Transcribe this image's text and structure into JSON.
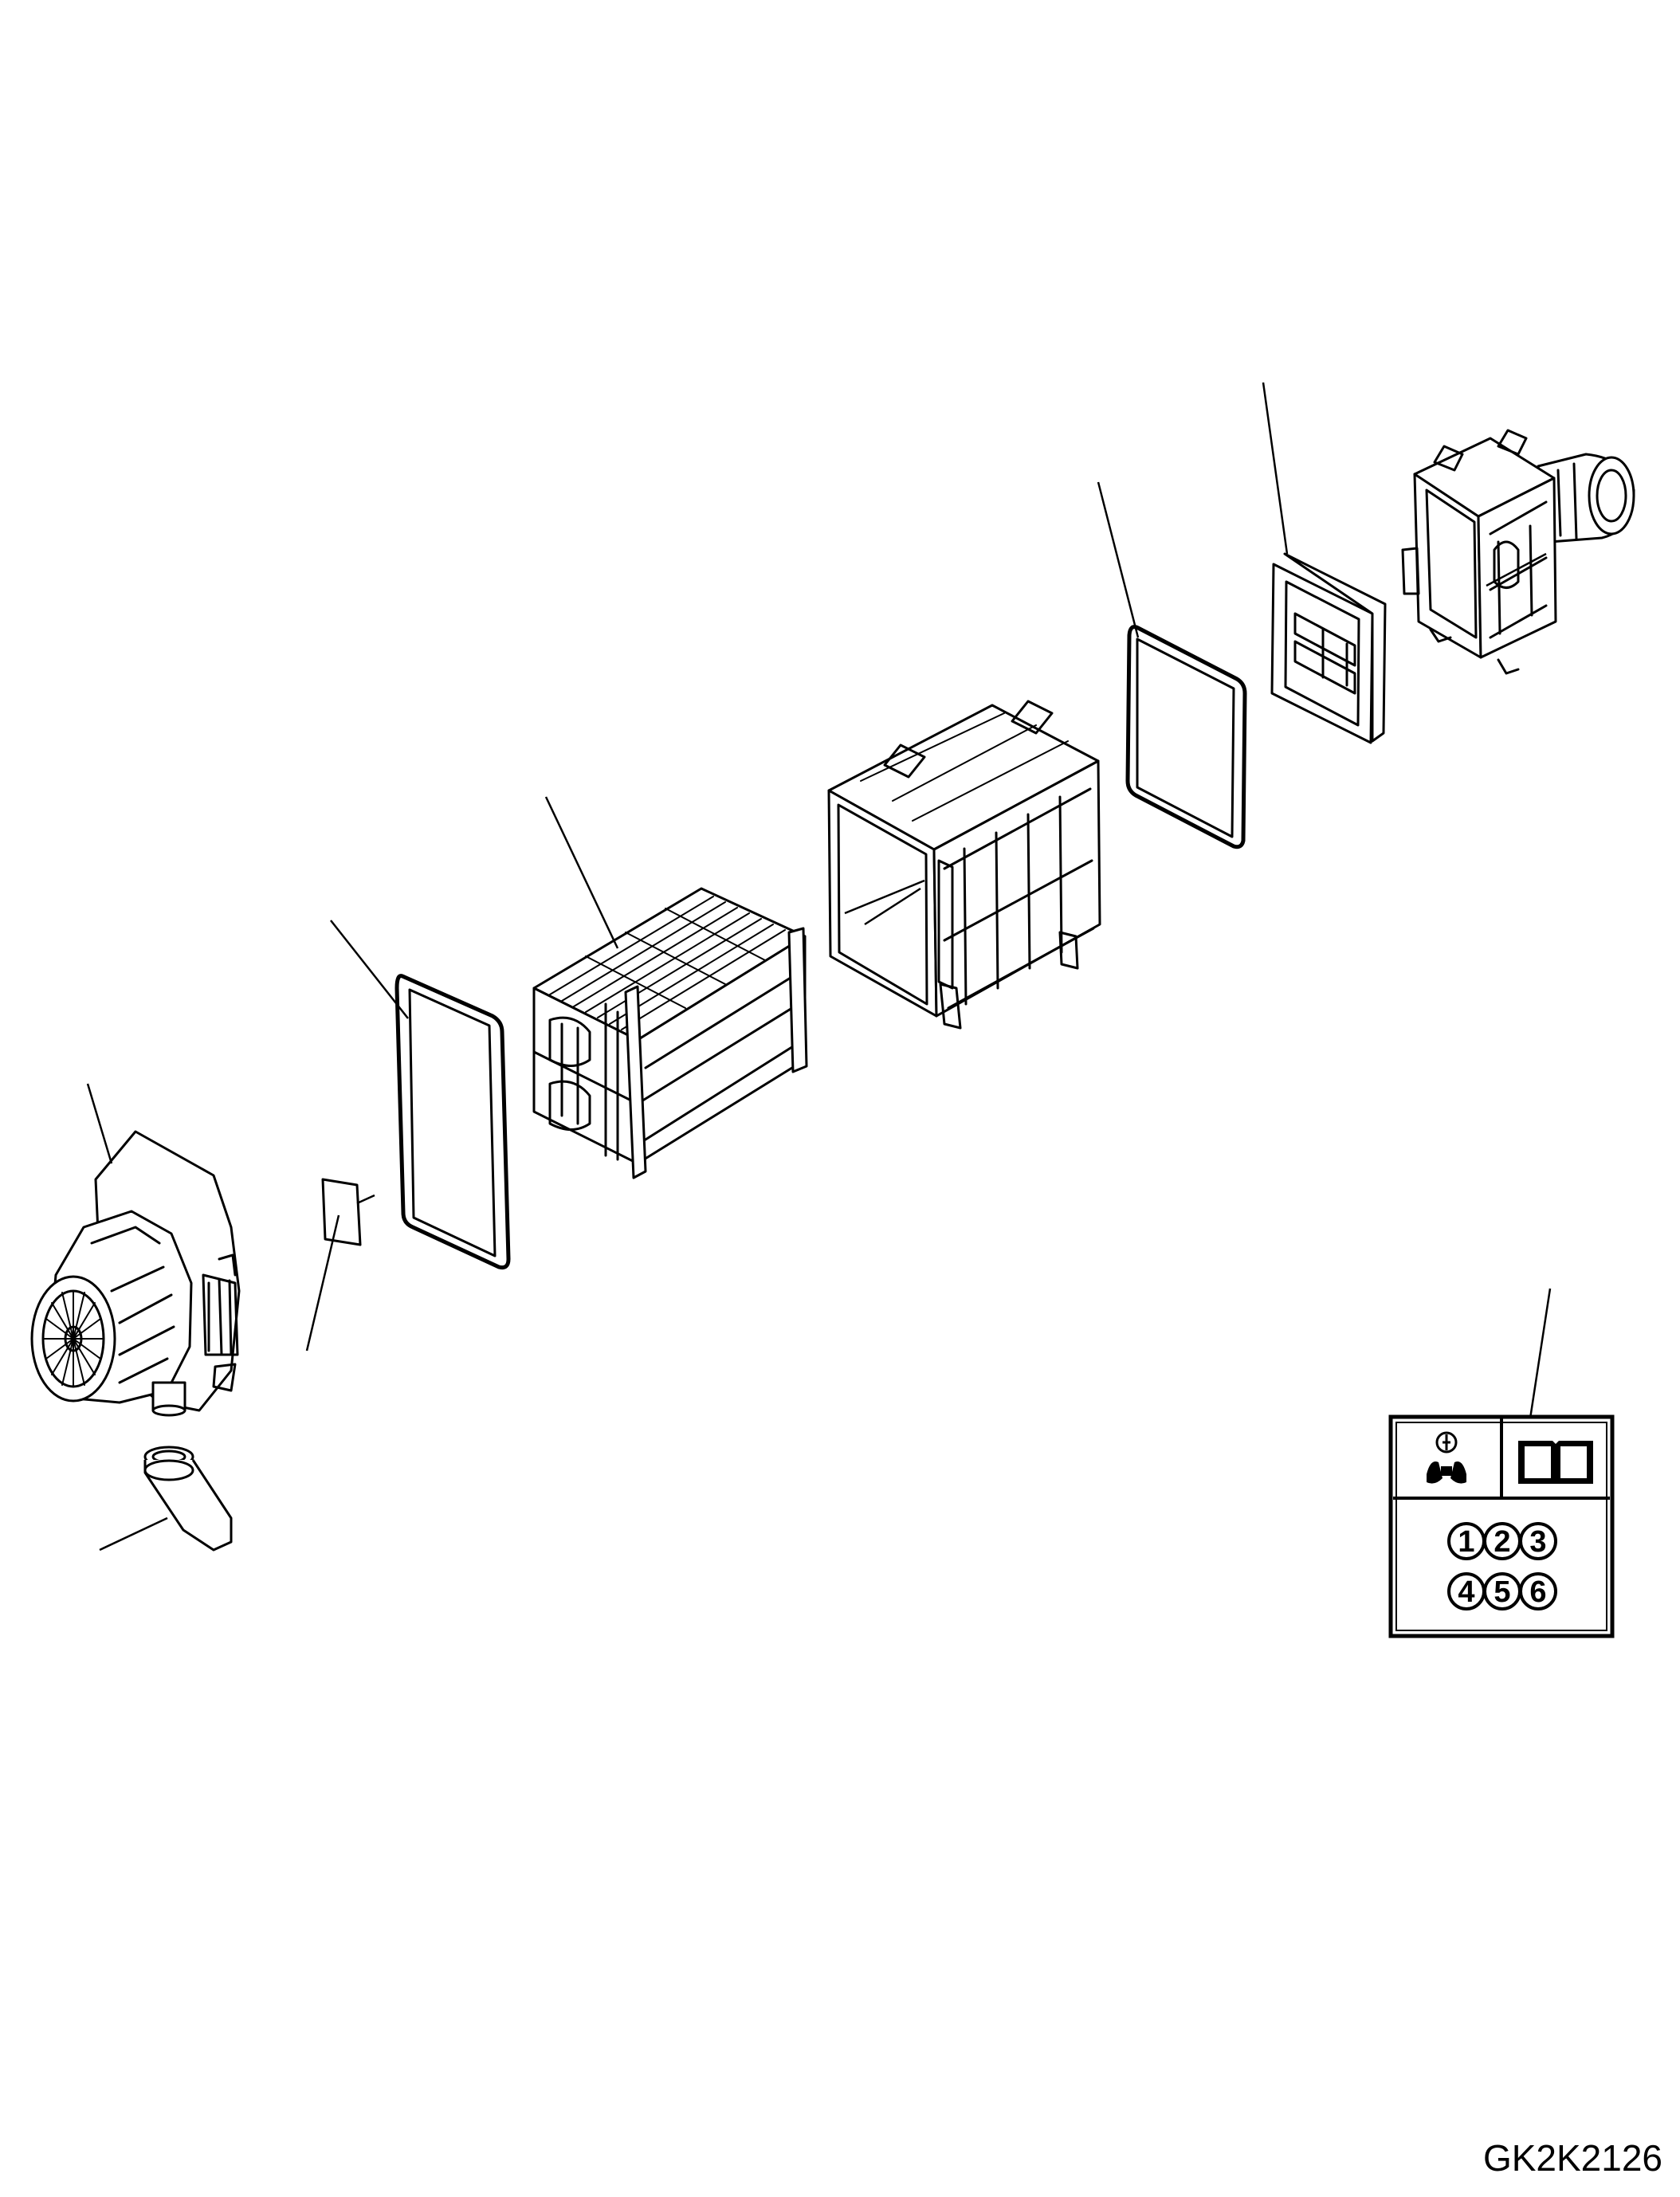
{
  "drawing_code": "GK2K2126",
  "parts": [
    {
      "id": "intake-elbow-duct"
    },
    {
      "id": "inlet-hose"
    },
    {
      "id": "precleaner-housing"
    },
    {
      "id": "small-gasket"
    },
    {
      "id": "gasket-front"
    },
    {
      "id": "filter-element-module"
    },
    {
      "id": "filter-housing-body"
    },
    {
      "id": "gasket-rear"
    },
    {
      "id": "safety-element"
    },
    {
      "id": "outlet-cover"
    }
  ],
  "pictogram_panel": {
    "icons": [
      "maintenance-hands-icon",
      "manual-book-icon"
    ],
    "step_numbers": [
      "1",
      "2",
      "3",
      "4",
      "5",
      "6"
    ]
  }
}
